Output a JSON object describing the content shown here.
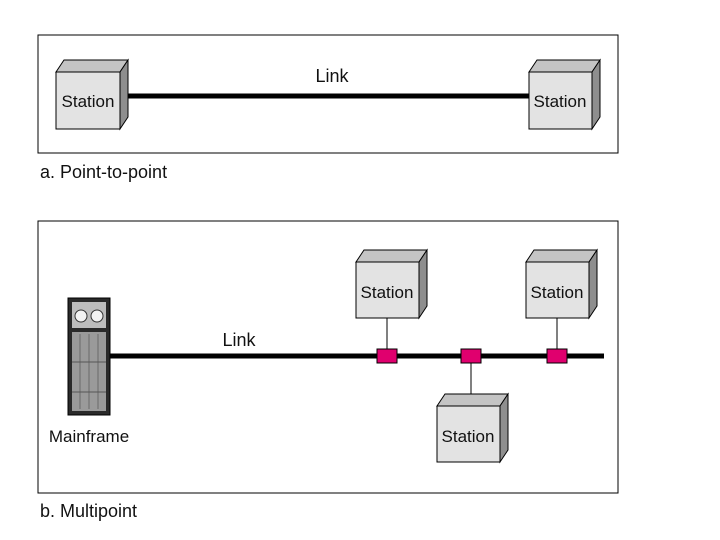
{
  "panel_a": {
    "caption": "a. Point-to-point",
    "link_label": "Link",
    "stations": [
      {
        "label": "Station"
      },
      {
        "label": "Station"
      }
    ]
  },
  "panel_b": {
    "caption": "b. Multipoint",
    "link_label": "Link",
    "mainframe_label": "Mainframe",
    "stations": [
      {
        "label": "Station"
      },
      {
        "label": "Station"
      },
      {
        "label": "Station"
      }
    ]
  },
  "colors": {
    "box_front": "#e3e3e3",
    "box_side": "#8e8e8e",
    "box_top": "#c4c4c4",
    "tap": "#e0006e",
    "line": "#000000"
  }
}
